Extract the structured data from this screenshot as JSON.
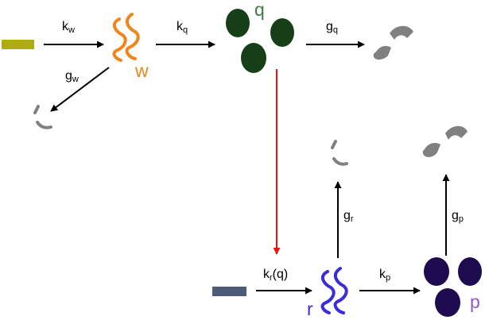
{
  "colors": {
    "gene_w": "#b0ad14",
    "gene_r": "#4e5b78",
    "mrna_w": "#f0851c",
    "mrna_r": "#3a2cd6",
    "protein_q": "#173f17",
    "protein_p": "#1e0b50",
    "label_q": "#3f7a47",
    "label_p": "#8d5cc4",
    "degraded": "#808080",
    "regulation_arrow": "#ee1111",
    "arrow": "#000000"
  },
  "labels": {
    "w": "w",
    "q": "q",
    "r": "r",
    "p": "p"
  },
  "rates": {
    "k_w": {
      "base": "k",
      "sub": "w"
    },
    "k_q": {
      "base": "k",
      "sub": "q"
    },
    "g_q": {
      "base": "g",
      "sub": "q"
    },
    "g_w": {
      "base": "g",
      "sub": "w"
    },
    "k_r": {
      "base": "k",
      "sub": "r",
      "suffix": "(q)"
    },
    "k_p": {
      "base": "k",
      "sub": "p"
    },
    "g_r": {
      "base": "g",
      "sub": "r"
    },
    "g_p": {
      "base": "g",
      "sub": "p"
    }
  },
  "icons": {
    "gene_w": "gene-bar-icon",
    "gene_r": "gene-bar-icon",
    "mrna_w": "mrna-squiggle-icon",
    "mrna_r": "mrna-squiggle-icon",
    "protein_q": "protein-blob-icon",
    "protein_p": "protein-blob-icon",
    "degraded_mrna": "degraded-fragment-icon",
    "degraded_protein": "degraded-protein-icon"
  }
}
